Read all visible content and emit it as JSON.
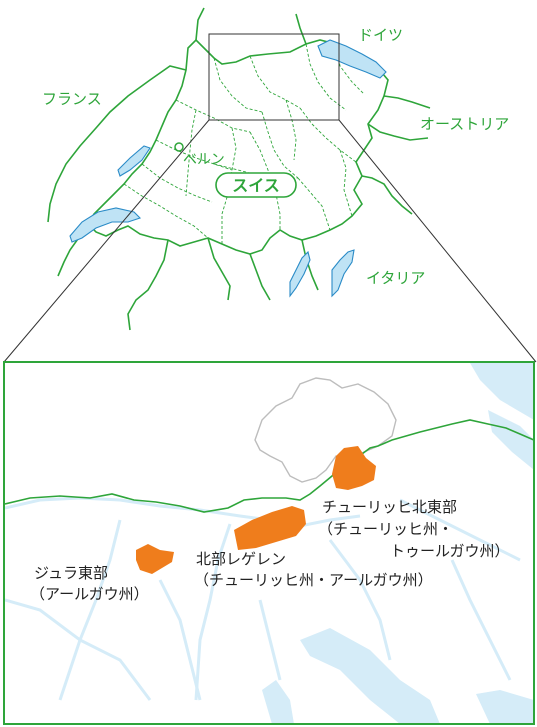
{
  "overview_map": {
    "countries": {
      "germany": "ドイツ",
      "france": "フランス",
      "austria": "オーストリア",
      "italy": "イタリア"
    },
    "country_label": "スイス",
    "capital_label": "ベルン"
  },
  "detail_map": {
    "regions": [
      {
        "line1": "ジュラ東部",
        "line2": "（アールガウ州）"
      },
      {
        "line1": "北部レゲレン",
        "line2": "（チューリッヒ州・アールガウ州）"
      },
      {
        "line1": "チューリッヒ北東部",
        "line2": "（チューリッヒ州・",
        "line3": "トゥールガウ州）"
      }
    ]
  },
  "colors": {
    "border_green": "#2ea53a",
    "lake_fill": "#bfe3f5",
    "lake_stroke": "#2a8bc7",
    "label_green": "#2ea53a",
    "region_orange": "#ef7d1c",
    "detail_river": "#d5ecf8",
    "detail_border": "#bdbdbd"
  }
}
